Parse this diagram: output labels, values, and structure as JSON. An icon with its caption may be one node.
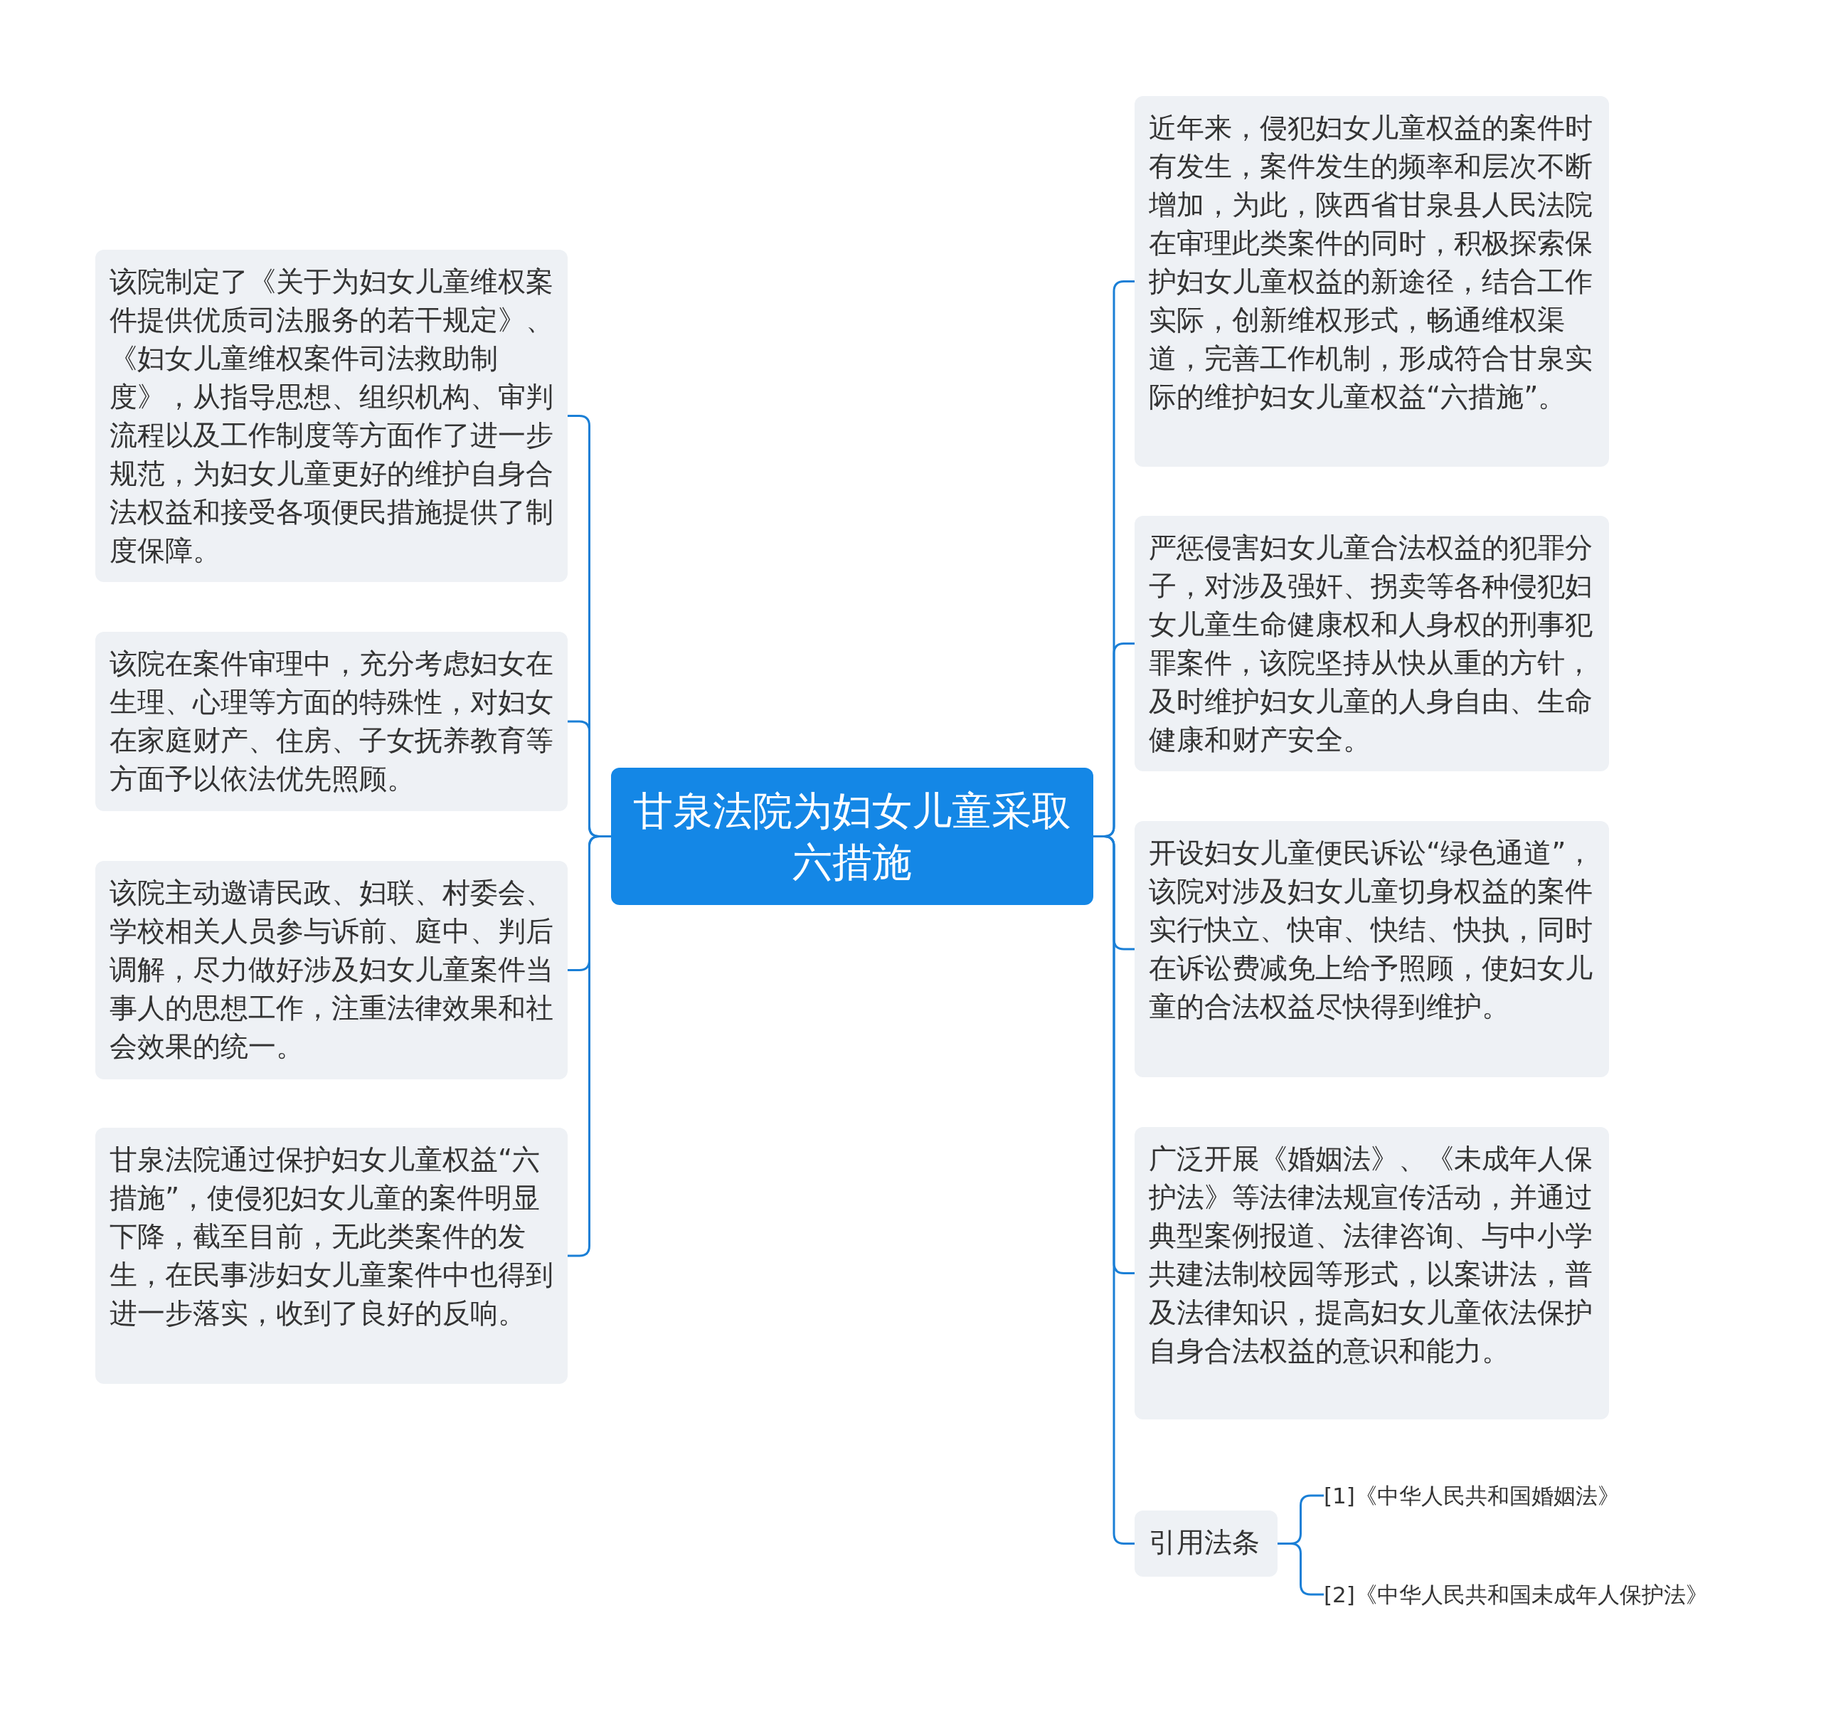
{
  "diagram": {
    "nodes": [
      {
        "text": [
          "甘泉法院为妇女儿童采取六措施"
        ]
      },
      {
        "text": [
          "近年来，侵犯妇女儿童权益的案件时有发生，案件发生的频率和层次不断增加，为此，陕西省甘泉县人民法院在审理此类案件的同时，积极探索保护妇女儿童权益的新途径，结合工作实际，创新维权形式，畅通维权渠道，完善工作机制，形成符合甘泉实际的维护妇女儿童权益“六措施”。"
        ]
      },
      {
        "text": [
          "严惩侵害妇女儿童合法权益的犯罪分子，对涉及强奸、拐卖等各种侵犯妇女儿童生命健康权和人身权的刑事犯罪案件，该院坚持从快从重的方针，及时维护妇女儿童的人身自由、生命健康和财产安全。"
        ]
      },
      {
        "text": [
          "开设妇女儿童便民诉讼“绿色通道”，该院对涉及妇女儿童切身权益的案件实行快立、快审、快结、快执，同时在诉讼费减免上给予照顾，使妇女儿童的合法权益尽快得到维护。"
        ]
      },
      {
        "text": [
          "广泛开展《婚姻法》、《未成年人保护法》等法律法规宣传活动，并通过典型案例报道、法律咨询、与中小学共建法制校园等形式，以案讲法，普及法律知识，提高妇女儿童依法保护自身合法权益的意识和能力。"
        ]
      },
      {
        "text": [
          "引用法条"
        ]
      },
      {
        "text": [
          "该院制定了《关于为妇女儿童维权案件提供优质司法服务的若干规定》、《妇女儿童维权案件司法救助制度》，从指导思想、组织机构、审判流程以及工作制度等方面作了进一步规范，为妇女儿童更好的维护自身合法权益和接受各项便民措施提供了制度保障。"
        ]
      },
      {
        "text": [
          "该院在案件审理中，充分考虑妇女在生理、心理等方面的特殊性，对妇女在家庭财产、住房、子女抚养教育等方面予以依法优先照顾。"
        ]
      },
      {
        "text": [
          "该院主动邀请民政、妇联、村委会、学校相关人员参与诉前、庭中、判后调解，尽力做好涉及妇女儿童案件当事人的思想工作，注重法律效果和社会效果的统一。"
        ]
      },
      {
        "text": [
          "甘泉法院通过保护妇女儿童权益“六措施”，使侵犯妇女儿童的案件明显下降，截至目前，无此类案件的发生，在民事涉妇女儿童案件中也得到进一步落实，收到了良好的反响。"
        ]
      },
      {
        "text": [
          "[1]《中华人民共和国婚姻法》"
        ]
      },
      {
        "text": [
          "[2]《中华人民共和国未成年人保护法》"
        ]
      }
    ],
    "edges": [
      {
        "from": 0,
        "to": 1,
        "arrow": "none"
      },
      {
        "from": 0,
        "to": 2,
        "arrow": "none"
      },
      {
        "from": 0,
        "to": 3,
        "arrow": "none"
      },
      {
        "from": 0,
        "to": 4,
        "arrow": "none"
      },
      {
        "from": 0,
        "to": 5,
        "arrow": "none"
      },
      {
        "from": 0,
        "to": 6,
        "arrow": "none"
      },
      {
        "from": 0,
        "to": 7,
        "arrow": "none"
      },
      {
        "from": 0,
        "to": 8,
        "arrow": "none"
      },
      {
        "from": 0,
        "to": 9,
        "arrow": "none"
      },
      {
        "from": 5,
        "to": 10,
        "arrow": "none"
      },
      {
        "from": 5,
        "to": 11,
        "arrow": "none"
      }
    ]
  }
}
